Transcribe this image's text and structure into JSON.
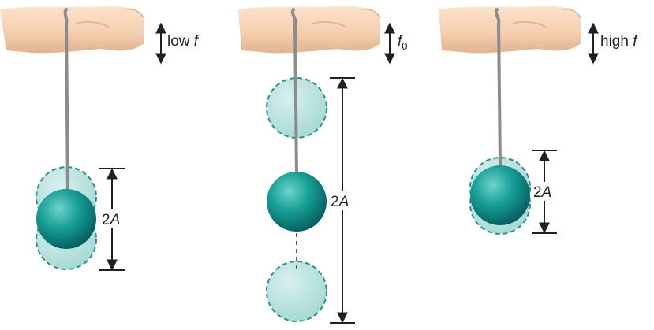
{
  "panels": [
    {
      "freq_prefix": "low ",
      "freq_symbol": "f",
      "freq_subscript": "",
      "amplitude_coef": "2",
      "amplitude_symbol": "A"
    },
    {
      "freq_prefix": "",
      "freq_symbol": "f",
      "freq_subscript": "0",
      "amplitude_coef": "2",
      "amplitude_symbol": "A"
    },
    {
      "freq_prefix": "high ",
      "freq_symbol": "f",
      "freq_subscript": "",
      "amplitude_coef": "2",
      "amplitude_symbol": "A"
    }
  ],
  "colors": {
    "hand_light": "#fbe2cc",
    "hand_mid": "#f2c9a8",
    "hand_dark": "#d9a884",
    "ball_light": "#5fc9bf",
    "ball_mid": "#159b93",
    "ball_dark": "#06605b",
    "ghost_fill": "#b4dfdb",
    "ghost_stroke": "#2c8f88",
    "string": "#8a8c8e",
    "arrow": "#231f20"
  }
}
